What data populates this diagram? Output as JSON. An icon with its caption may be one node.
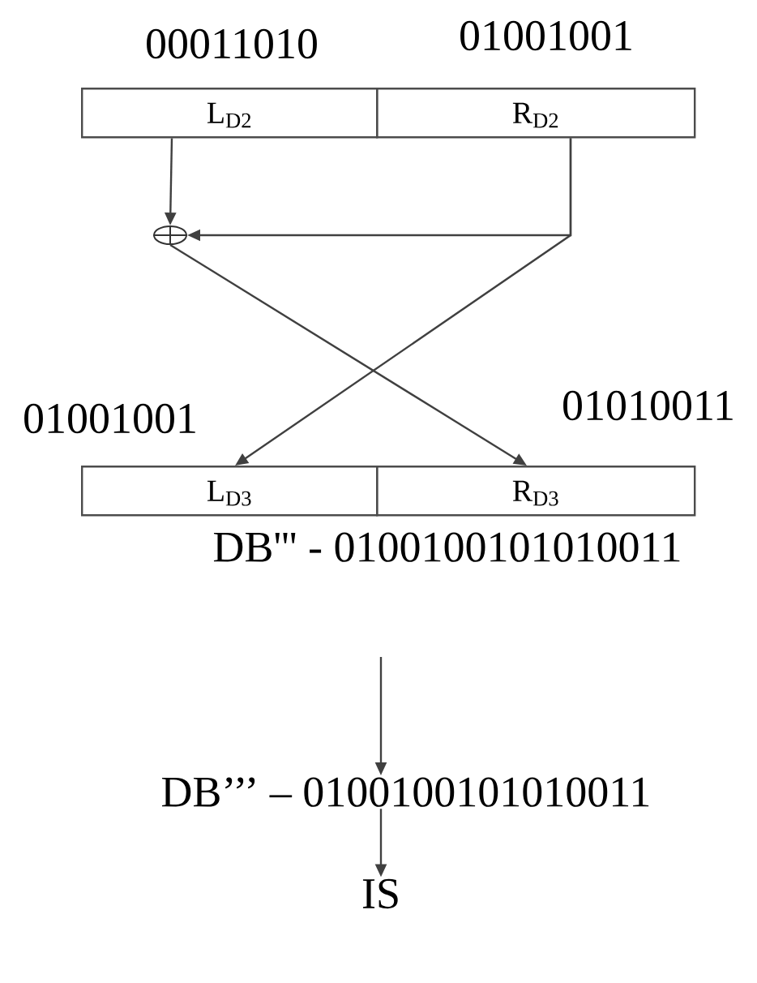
{
  "diagram": {
    "nodes": [
      {
        "text": [
          "L$_{D2}$"
        ],
        "beside": [
          "00011010"
        ]
      },
      {
        "text": [
          "R$_{D2}$"
        ],
        "beside": [
          "01001001"
        ]
      },
      {
        "text": [],
        "shape": "circle"
      },
      {
        "text": [
          "L$_{D3}$"
        ],
        "beside": [
          "01001001"
        ]
      },
      {
        "text": [
          "R$_{D3}$"
        ],
        "beside": [
          "01010011"
        ]
      },
      {
        "text": [
          "DB’’’ – 0100100101010011"
        ]
      },
      {
        "text": [
          "IS"
        ]
      }
    ],
    "edges": [
      {
        "from": 0,
        "to": 2,
        "arrow": "to"
      },
      {
        "from": 1,
        "to": 2,
        "arrow": "to"
      },
      {
        "from": 2,
        "to": 4,
        "arrow": "to"
      },
      {
        "from": 1,
        "to": 3,
        "arrow": "to"
      },
      {
        "from": null,
        "to": 5,
        "arrow": "to"
      },
      {
        "from": 5,
        "to": 6,
        "arrow": "to"
      }
    ],
    "labels": [
      "DB''' - 0100100101010011"
    ]
  }
}
